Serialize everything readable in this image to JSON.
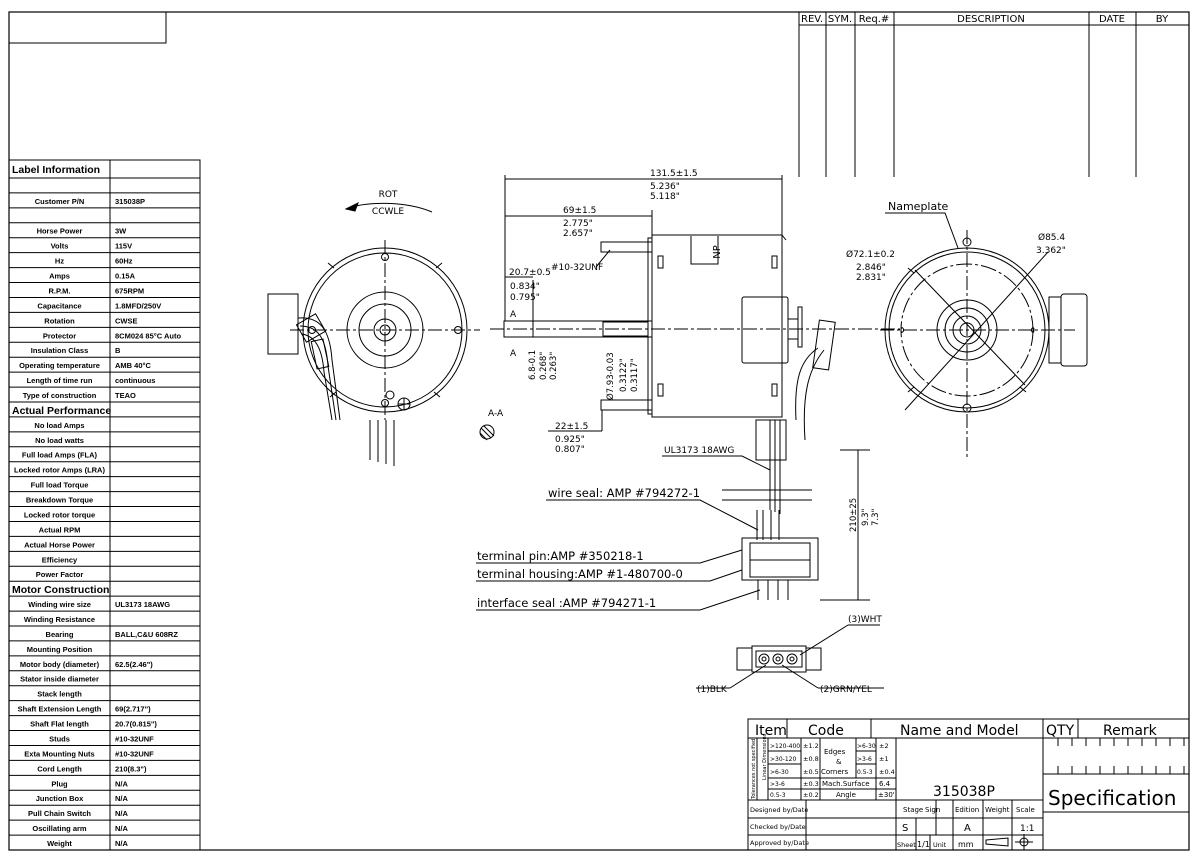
{
  "revision_table": {
    "headers": [
      "REV.",
      "SYM.",
      "Req.#",
      "DESCRIPTION",
      "DATE",
      "BY"
    ]
  },
  "label_table": {
    "title": "Label Information",
    "rows": [
      {
        "label": "",
        "value": ""
      },
      {
        "label": "Customer P/N",
        "value": "315038P"
      },
      {
        "label": "",
        "value": ""
      },
      {
        "label": "Horse Power",
        "value": "3W"
      },
      {
        "label": "Volts",
        "value": "115V"
      },
      {
        "label": "Hz",
        "value": "60Hz"
      },
      {
        "label": "Amps",
        "value": "0.15A"
      },
      {
        "label": "R.P.M.",
        "value": "675RPM"
      },
      {
        "label": "Capacitance",
        "value": "1.8MFD/250V"
      },
      {
        "label": "Rotation",
        "value": "CWSE"
      },
      {
        "label": "Protector",
        "value": "8CM024 85°C Auto"
      },
      {
        "label": "Insulation Class",
        "value": "B"
      },
      {
        "label": "Operating temperature",
        "value": "AMB 40°C"
      },
      {
        "label": "Length of time run",
        "value": "continuous"
      },
      {
        "label": "Type of construction",
        "value": "TEAO"
      },
      {
        "section": "Actual Performance"
      },
      {
        "label": "No load Amps",
        "value": ""
      },
      {
        "label": "No load watts",
        "value": ""
      },
      {
        "label": "Full load Amps (FLA)",
        "value": ""
      },
      {
        "label": "Locked rotor Amps (LRA)",
        "value": ""
      },
      {
        "label": "Full load Torque",
        "value": ""
      },
      {
        "label": "Breakdown Torque",
        "value": ""
      },
      {
        "label": "Locked rotor torque",
        "value": ""
      },
      {
        "label": "Actual RPM",
        "value": ""
      },
      {
        "label": "Actual Horse Power",
        "value": ""
      },
      {
        "label": "Efficiency",
        "value": ""
      },
      {
        "label": "Power Factor",
        "value": ""
      },
      {
        "section": "Motor Construction"
      },
      {
        "label": "Winding wire size",
        "value": "UL3173 18AWG"
      },
      {
        "label": "Winding Resistance",
        "value": ""
      },
      {
        "label": "Bearing",
        "value": "BALL,C&U 608RZ"
      },
      {
        "label": "Mounting Position",
        "value": ""
      },
      {
        "label": "Motor body (diameter)",
        "value": "62.5(2.46\")"
      },
      {
        "label": "Stator inside diameter",
        "value": ""
      },
      {
        "label": "Stack length",
        "value": ""
      },
      {
        "label": "Shaft Extension Length",
        "value": "69(2.717\")"
      },
      {
        "label": "Shaft Flat length",
        "value": "20.7(0.815\")"
      },
      {
        "label": "Studs",
        "value": "#10-32UNF"
      },
      {
        "label": "Exta Mounting Nuts",
        "value": "#10-32UNF"
      },
      {
        "label": "Cord Length",
        "value": "210(8.3\")"
      },
      {
        "label": "Plug",
        "value": "N/A"
      },
      {
        "label": "Junction Box",
        "value": "N/A"
      },
      {
        "label": "Pull Chain Switch",
        "value": "N/A"
      },
      {
        "label": "Oscillating arm",
        "value": "N/A"
      },
      {
        "label": "Weight",
        "value": "N/A"
      }
    ]
  },
  "left_view": {
    "rot": "ROT",
    "ccwle": "CCWLE",
    "section_label": "A-A"
  },
  "side_view": {
    "dim_overall": "131.5±1.5",
    "dim_overall_in1": "5.236\"",
    "dim_overall_in2": "5.118\"",
    "dim_shaft": "69±1.5",
    "dim_shaft_in1": "2.775\"",
    "dim_shaft_in2": "2.657\"",
    "stud": "#10-32UNF",
    "dim_flat": "20.7±0.5",
    "dim_flat_in1": "0.834\"",
    "dim_flat_in2": "0.795\"",
    "np": "NP",
    "dim_flat_h": "6.8-0.1",
    "dim_flat_h_in1": "0.268\"",
    "dim_flat_h_in2": "0.263\"",
    "dim_shaft_d": "Ø7.93-0.03",
    "dim_shaft_d_in1": "0.3122\"",
    "dim_shaft_d_in2": "0.3117\"",
    "dim_stud_len": "22±1.5",
    "dim_stud_len_in1": "0.925\"",
    "dim_stud_len_in2": "0.807\"",
    "section_a": "A",
    "wire": "UL3173 18AWG",
    "wire_seal": "wire seal: AMP #794272-1",
    "terminal_pin": "terminal pin:AMP #350218-1",
    "terminal_housing": "terminal housing:AMP #1-480700-0",
    "interface_seal": "interface seal :AMP #794271-1",
    "dim_cord": "210±25",
    "dim_cord_in1": "9.3\"",
    "dim_cord_in2": "7.3\"",
    "pin_wht": "(3)WHT",
    "pin_blk": "(1)BLK",
    "pin_grn": "(2)GRN/YEL"
  },
  "right_view": {
    "nameplate": "Nameplate",
    "dim_bc": "Ø72.1±0.2",
    "dim_bc_in1": "2.846\"",
    "dim_bc_in2": "2.831\"",
    "dim_od": "Ø85.4",
    "dim_od_in": "3.362\""
  },
  "title_block": {
    "item": "Item",
    "code": "Code",
    "name_model": "Name and Model",
    "qty": "QTY",
    "remark": "Remark",
    "tol_side": "Tolerances not specified",
    "tol_linear": "Linear Dimensions",
    "tol_rows": [
      {
        "range": ">120-400",
        "tol": "±1.2"
      },
      {
        "range": ">30-120",
        "tol": "±0.8"
      },
      {
        "range": ">6-30",
        "tol": "±0.5"
      },
      {
        "range": ">3-6",
        "tol": "±0.3"
      },
      {
        "range": "0.5-3",
        "tol": "±0.2"
      }
    ],
    "edges": "Edges",
    "amp": "&",
    "corners": "Corners",
    "edge_rows": [
      {
        "range": ">6-30",
        "tol": "±2"
      },
      {
        "range": ">3-6",
        "tol": "±1"
      },
      {
        "range": "0.5-3",
        "tol": "±0.4"
      }
    ],
    "mach_surface": "Mach.Surface",
    "mach_val": "6.4",
    "angle": "Angle",
    "angle_val": "±30'",
    "model": "315038P",
    "spec": "Specification",
    "designed": "Designed by/Date",
    "checked": "Checked by/Date",
    "approved": "Approved by/Date",
    "stage": "Stage",
    "sign": "Sign",
    "edition": "Edition",
    "weight": "Weight",
    "scale": "Scale",
    "stage_val": "S",
    "edition_val": "A",
    "scale_val": "1:1",
    "sheet": "Sheet",
    "sheet_val": "1/1",
    "unit": "Unit",
    "unit_val": "mm"
  }
}
